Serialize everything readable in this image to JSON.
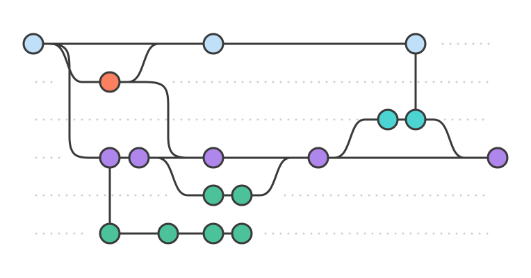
{
  "colors": {
    "edge": "#3a3a3a",
    "guide": "#cfcfcf",
    "main": "#bfe0f8",
    "hotfix": "#fb8060",
    "develop": "#ae86ec",
    "feature_a": "#4cc29a",
    "feature_b": "#4cc29a",
    "release": "#4cd4d2"
  },
  "branches": [
    {
      "id": "main",
      "color_key": "main"
    },
    {
      "id": "hotfix",
      "color_key": "hotfix"
    },
    {
      "id": "release",
      "color_key": "release"
    },
    {
      "id": "develop",
      "color_key": "develop"
    },
    {
      "id": "feature_a",
      "color_key": "feature_a"
    },
    {
      "id": "feature_b",
      "color_key": "feature_b"
    }
  ],
  "commits": [
    {
      "id": "m1",
      "branch": "main"
    },
    {
      "id": "m2",
      "branch": "main"
    },
    {
      "id": "m3",
      "branch": "main"
    },
    {
      "id": "h1",
      "branch": "hotfix"
    },
    {
      "id": "r1",
      "branch": "release"
    },
    {
      "id": "r2",
      "branch": "release"
    },
    {
      "id": "d1",
      "branch": "develop"
    },
    {
      "id": "d2",
      "branch": "develop"
    },
    {
      "id": "d3",
      "branch": "develop"
    },
    {
      "id": "d4",
      "branch": "develop"
    },
    {
      "id": "d5",
      "branch": "develop"
    },
    {
      "id": "fa1",
      "branch": "feature_a"
    },
    {
      "id": "fa2",
      "branch": "feature_a"
    },
    {
      "id": "fb1",
      "branch": "feature_b"
    },
    {
      "id": "fb2",
      "branch": "feature_b"
    },
    {
      "id": "fb3",
      "branch": "feature_b"
    },
    {
      "id": "fb4",
      "branch": "feature_b"
    }
  ],
  "connections": [
    {
      "from": "m1",
      "to": "m2"
    },
    {
      "from": "m2",
      "to": "m3"
    },
    {
      "from": "m1",
      "to": "h1"
    },
    {
      "from": "h1",
      "to": "m2"
    },
    {
      "from": "h1",
      "to": "d3"
    },
    {
      "from": "m1",
      "to": "d1"
    },
    {
      "from": "d1",
      "to": "d2"
    },
    {
      "from": "d2",
      "to": "d3"
    },
    {
      "from": "d3",
      "to": "d4"
    },
    {
      "from": "d4",
      "to": "d5"
    },
    {
      "from": "d2",
      "to": "fa1"
    },
    {
      "from": "fa1",
      "to": "fa2"
    },
    {
      "from": "fa2",
      "to": "d4"
    },
    {
      "from": "d4",
      "to": "r1"
    },
    {
      "from": "r1",
      "to": "r2"
    },
    {
      "from": "r2",
      "to": "m3"
    },
    {
      "from": "r2",
      "to": "d5"
    },
    {
      "from": "d1",
      "to": "fb1"
    },
    {
      "from": "fb1",
      "to": "fb2"
    },
    {
      "from": "fb2",
      "to": "fb3"
    },
    {
      "from": "fb3",
      "to": "fb4"
    }
  ]
}
